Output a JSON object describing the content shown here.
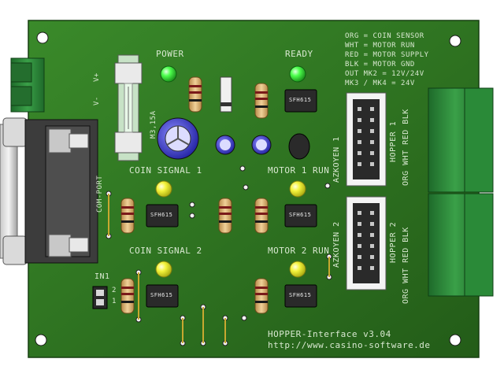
{
  "board": {
    "title": "HOPPER-Interface v3.04",
    "url": "http://www.casino-software.de"
  },
  "legend": {
    "lines": [
      "ORG = COIN SENSOR",
      "WHT = MOTOR RUN",
      "RED = MOTOR SUPPLY",
      "BLK = MOTOR GND",
      "OUT MK2 = 12V/24V",
      "MK3 / MK4 = 24V"
    ]
  },
  "labels": {
    "power": "POWER",
    "ready": "READY",
    "fuse": "M3,15A",
    "v_plus": "V+",
    "v_minus": "V-",
    "com_port": "COM-PORT",
    "coin_signal_1": "COIN SIGNAL 1",
    "coin_signal_2": "COIN SIGNAL 2",
    "motor_1_run": "MOTOR 1 RUN",
    "motor_2_run": "MOTOR 2 RUN",
    "in1": "IN1",
    "in1_pin2": "2",
    "in1_pin1": "1",
    "azkoyen_1": "AZKOYEN 1",
    "azkoyen_2": "AZKOYEN 2",
    "hopper_1": "HOPPER 1",
    "hopper_2": "HOPPER 2",
    "hopper_1_colors": "ORG WHT RED BLK",
    "hopper_2_colors": "ORG WHT RED BLK",
    "opto": "SFH615"
  },
  "colors": {
    "pcb": "#2f7a23",
    "pcb_dark": "#1f5a18",
    "led": "#4cff4c",
    "led_yellow": "#f4f43c",
    "terminal": "#2e8a3a",
    "connector": "#e8e8e8",
    "silk": "#d8e8d0"
  }
}
